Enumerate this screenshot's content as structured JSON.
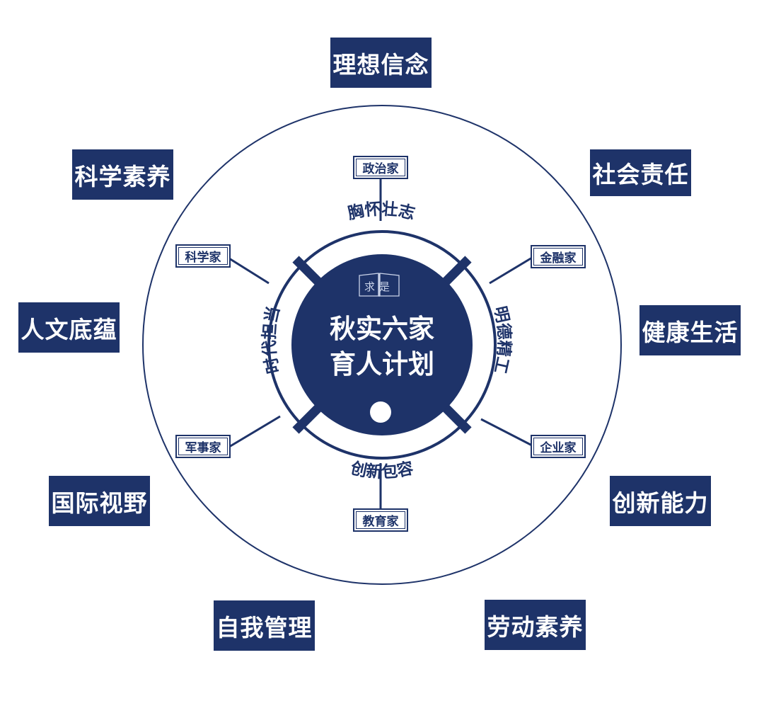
{
  "center": {
    "line1": "秋实六家",
    "line2": "育人计划",
    "emblem_text": "求是"
  },
  "inner_ring": {
    "top": "胸怀壮志",
    "right": "明德精工",
    "bottom": "创新包容",
    "left": "时代担当"
  },
  "roles": {
    "top": "政治家",
    "top_right": "金融家",
    "bottom_right": "企业家",
    "bottom": "教育家",
    "bottom_left": "军事家",
    "top_left": "科学家"
  },
  "outer": {
    "ideals": "理想信念",
    "social": "社会责任",
    "health": "健康生活",
    "innovation": "创新能力",
    "labor": "劳动素养",
    "self_management": "自我管理",
    "global": "国际视野",
    "humanities": "人文底蕴",
    "science": "科学素养"
  },
  "colors": {
    "primary": "#1e3369",
    "background": "#ffffff"
  }
}
